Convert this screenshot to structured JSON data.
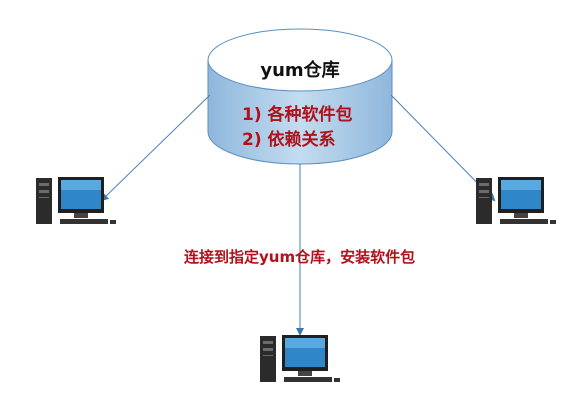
{
  "repository": {
    "title": "yum仓库",
    "contents": [
      "1) 各种软件包",
      "2)  依赖关系"
    ]
  },
  "connection_label": "连接到指定yum仓库，安装软件包",
  "colors": {
    "cylinder_body": "#a9cbe6",
    "cylinder_top": "#ffffff",
    "cylinder_outline": "#5a8fc2",
    "arrow": "#4a7fb5",
    "red_text": "#b0121b"
  },
  "icons": [
    "database-cylinder-icon",
    "desktop-computer-icon"
  ]
}
